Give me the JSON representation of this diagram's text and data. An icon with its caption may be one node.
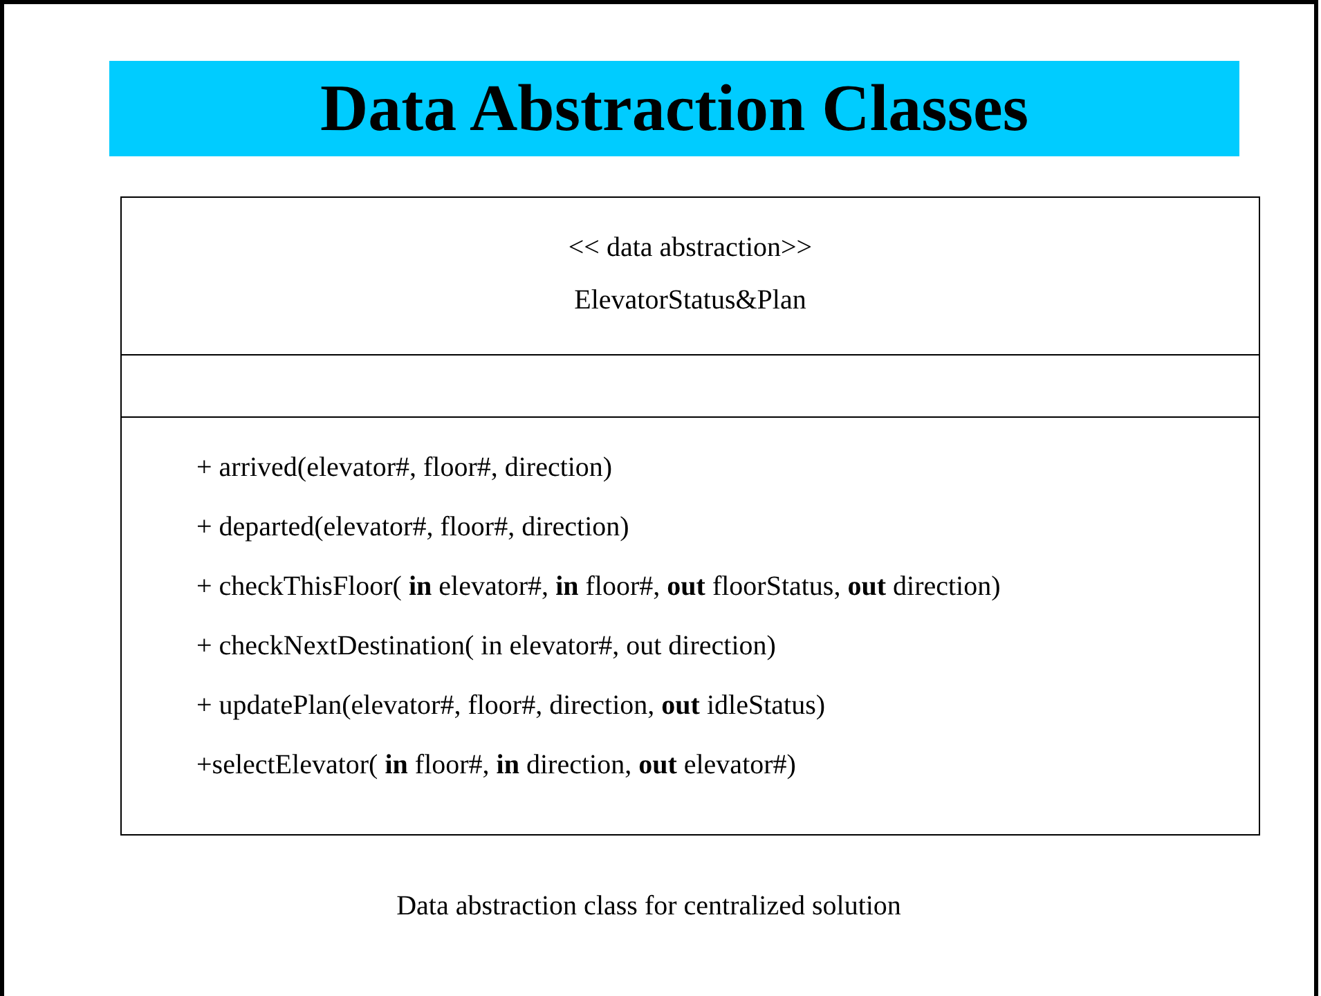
{
  "diagram": {
    "title": "Data Abstraction Classes",
    "caption": "Data abstraction class for centralized solution",
    "nodes": [
      {
        "text": [],
        "shape": "box"
      },
      {
        "text": [
          "<< data abstraction>>",
          "ElevatorStatus&Plan"
        ],
        "in": 0
      },
      {
        "text": [],
        "shape": "box",
        "in": 0
      },
      {
        "text": [
          "+ arrived(elevator#, floor#, direction)",
          "+ departed(elevator#, floor#, direction)",
          "+ checkThisFloor( **in** elevator#, **in** floor#, **out** floorStatus, **out** direction)",
          "+ checkNextDestination( in elevator#, out direction)",
          "+ updatePlan(elevator#, floor#, direction, **out** idleStatus)",
          "+selectElevator( **in** floor#, **in** direction, **out** elevator#)"
        ],
        "in": 0
      }
    ]
  }
}
